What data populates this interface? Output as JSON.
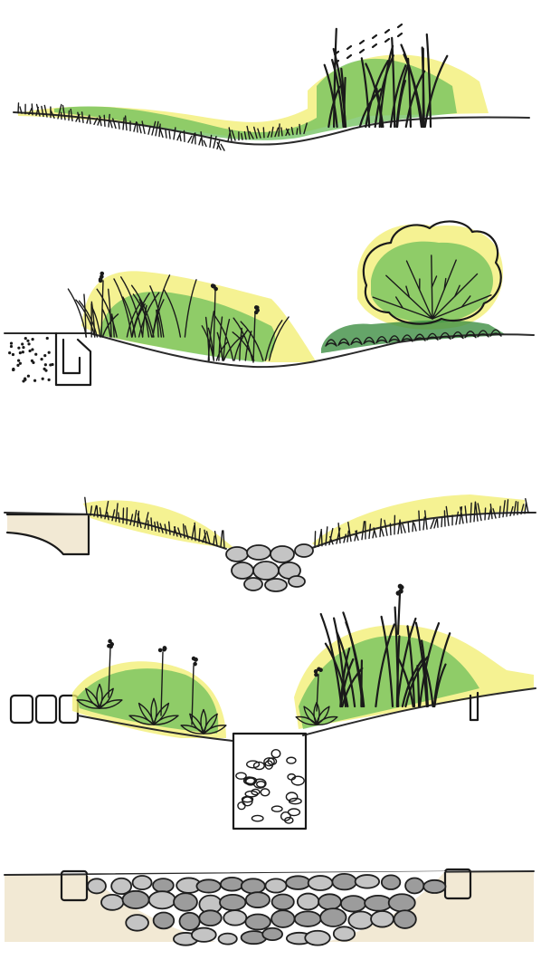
{
  "sketch": {
    "sections": [
      {
        "id": "meadow-swale",
        "elements": [
          "grass",
          "tall-grass-clump"
        ]
      },
      {
        "id": "vegetated-swale-with-edge-drain",
        "elements": [
          "gravel-bed",
          "curb-drain",
          "grass-flowers",
          "shrub",
          "groundcover"
        ]
      },
      {
        "id": "grass-swale-with-rock-channel",
        "elements": [
          "curb-ledge",
          "grass",
          "river-rock-channel"
        ]
      },
      {
        "id": "planted-swale-with-gravel-trench",
        "elements": [
          "paver-blocks",
          "perennial-plants",
          "gravel-trench",
          "ornamental-grass",
          "post"
        ]
      },
      {
        "id": "rock-lined-channel",
        "elements": [
          "edge-blocks",
          "sand-base",
          "river-rock-fill"
        ]
      }
    ],
    "colors": {
      "yellow": "#f2ee6e",
      "green": "#6cbf5a",
      "dark_green": "#3f8f44",
      "stone": "#9c9c9c",
      "ink": "#1a1a1a",
      "sand": "#f1e7cf"
    }
  }
}
